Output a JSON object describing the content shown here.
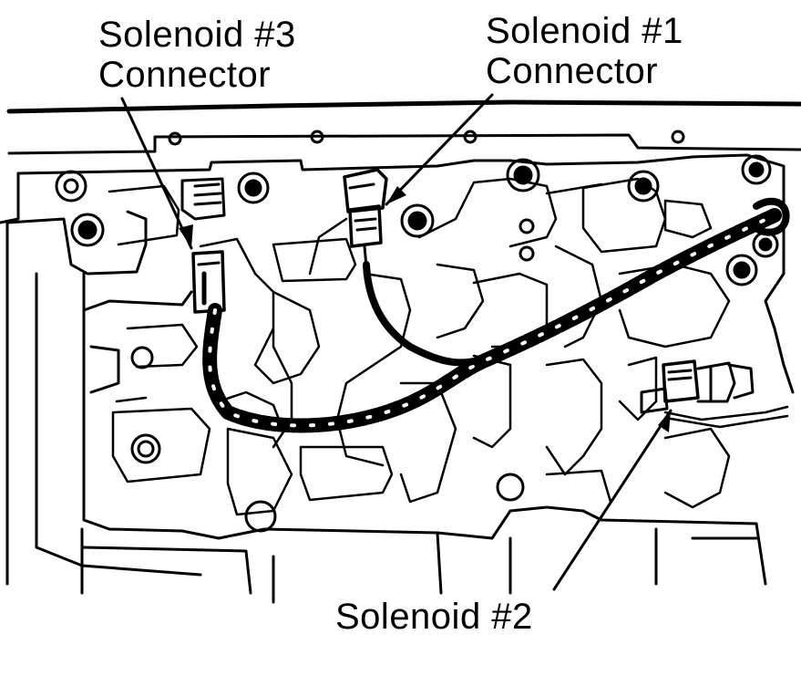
{
  "labels": {
    "solenoid3": {
      "line1": "Solenoid #3",
      "line2": "Connector"
    },
    "solenoid1": {
      "line1": "Solenoid #1",
      "line2": "Connector"
    },
    "solenoid2": {
      "line1": "Solenoid #2"
    }
  },
  "colors": {
    "ink": "#000000",
    "paper": "#ffffff"
  }
}
